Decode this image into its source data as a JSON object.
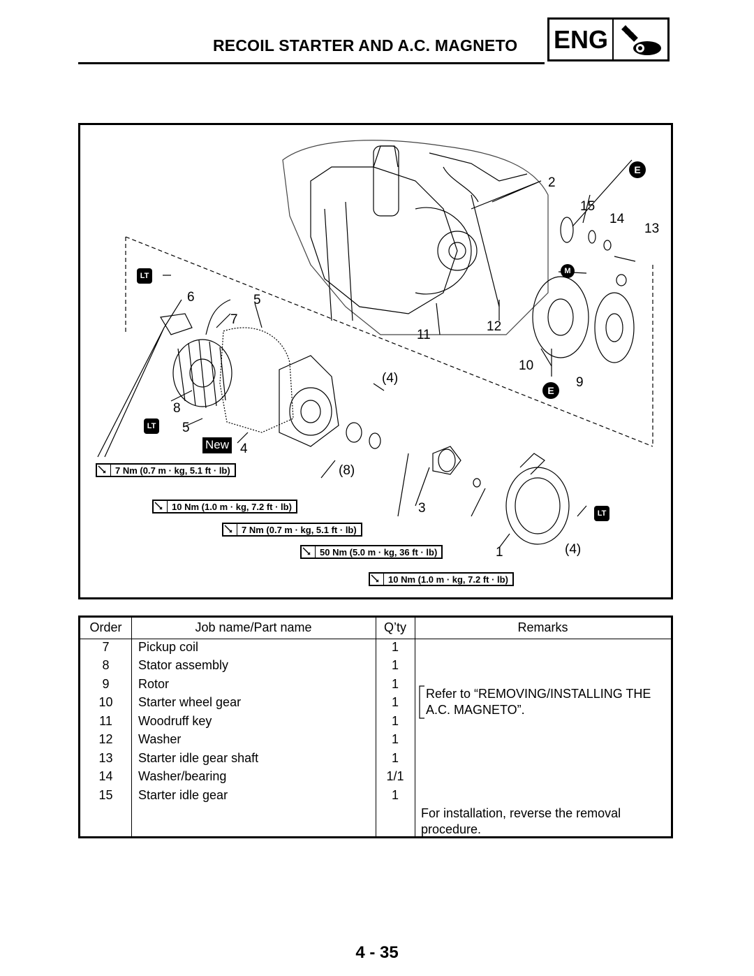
{
  "header": {
    "title": "RECOIL STARTER AND A.C. MAGNETO",
    "section_badge": "ENG",
    "section_icon": "engine-icon"
  },
  "figure": {
    "part_numbers": [
      "1",
      "2",
      "3",
      "4",
      "5",
      "5",
      "6",
      "7",
      "8",
      "9",
      "10",
      "11",
      "12",
      "13",
      "14",
      "15"
    ],
    "quantity_callouts": [
      "(4)",
      "(4)",
      "(8)"
    ],
    "new_tag": "New",
    "lubricant_badges": {
      "locktite": "LT",
      "engine_oil": "E",
      "molybdenum_grease": "M"
    },
    "torque_specs": [
      "7 Nm (0.7 m · kg, 5.1 ft · lb)",
      "10 Nm (1.0 m · kg, 7.2 ft · lb)",
      "7 Nm (0.7 m · kg, 5.1 ft · lb)",
      "50 Nm (5.0 m · kg, 36 ft · lb)",
      "10 Nm (1.0 m · kg, 7.2 ft · lb)"
    ]
  },
  "table": {
    "headers": {
      "order": "Order",
      "part": "Job name/Part name",
      "qty": "Q’ty",
      "remarks": "Remarks"
    },
    "rows": [
      {
        "order": "7",
        "part": "Pickup coil",
        "qty": "1"
      },
      {
        "order": "8",
        "part": "Stator assembly",
        "qty": "1"
      },
      {
        "order": "9",
        "part": "Rotor",
        "qty": "1"
      },
      {
        "order": "10",
        "part": "Starter wheel gear",
        "qty": "1"
      },
      {
        "order": "11",
        "part": "Woodruff key",
        "qty": "1"
      },
      {
        "order": "12",
        "part": "Washer",
        "qty": "1"
      },
      {
        "order": "13",
        "part": "Starter idle gear shaft",
        "qty": "1"
      },
      {
        "order": "14",
        "part": "Washer/bearing",
        "qty": "1/1"
      },
      {
        "order": "15",
        "part": "Starter idle gear",
        "qty": "1"
      }
    ],
    "remarks": {
      "refer_line1": "Refer to “REMOVING/INSTALLING THE",
      "refer_line2": "A.C. MAGNETO”.",
      "install_line1": "For installation, reverse the removal",
      "install_line2": "procedure."
    }
  },
  "footer": {
    "page_number": "4 - 35"
  }
}
